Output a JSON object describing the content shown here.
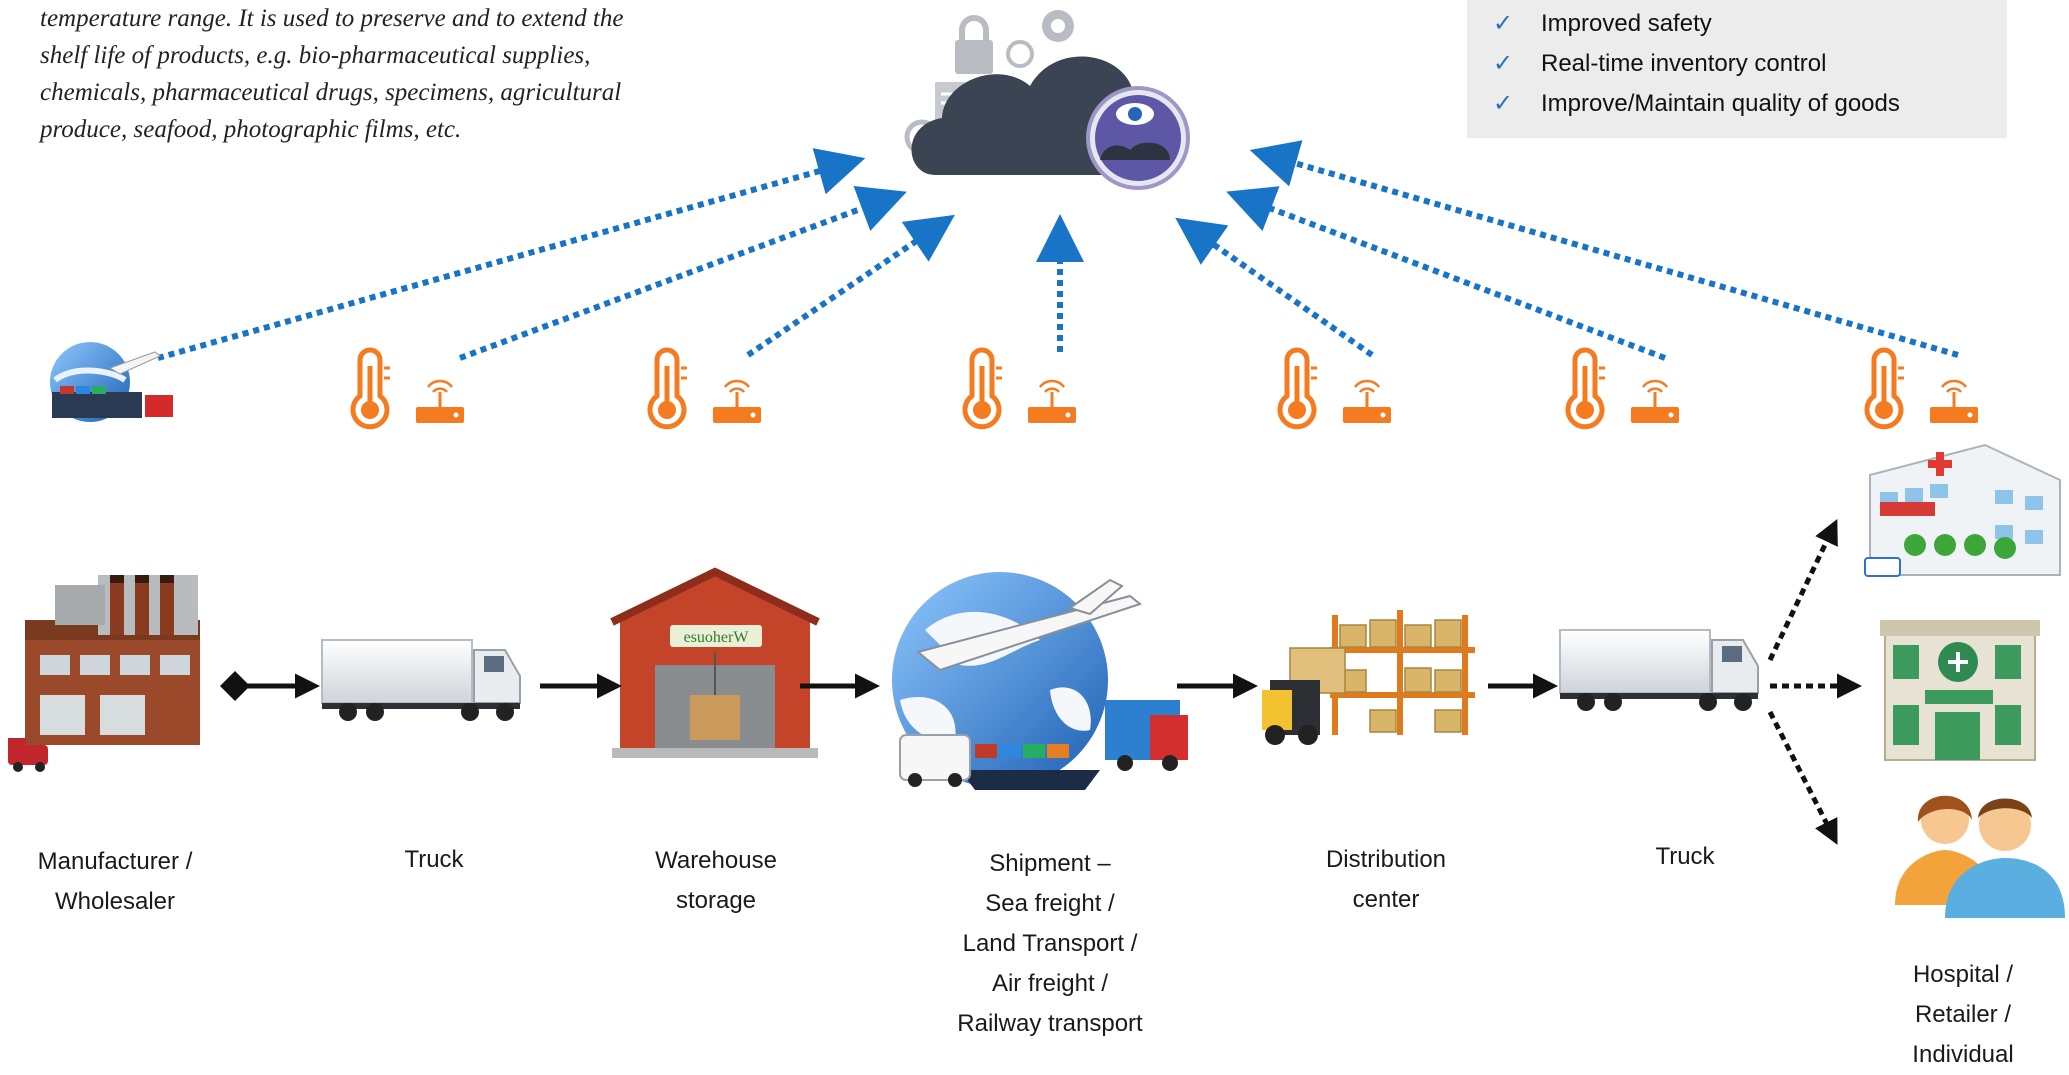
{
  "intro": {
    "lines": [
      "temperature range. It is used to preserve and to extend the",
      "shelf life of products, e.g. bio-pharmaceutical supplies,",
      "chemicals, pharmaceutical drugs, specimens, agricultural",
      "produce, seafood, photographic films, etc."
    ]
  },
  "benefits": {
    "check_icon": "✓",
    "items": [
      "Improved safety",
      "Real-time inventory control",
      "Improve/Maintain quality of goods"
    ]
  },
  "stages": [
    {
      "id": "manufacturer",
      "icon": "factory-icon",
      "label_lines": [
        "Manufacturer /",
        "Wholesaler"
      ]
    },
    {
      "id": "truck-1",
      "icon": "truck-icon",
      "label_lines": [
        "Truck"
      ]
    },
    {
      "id": "warehouse",
      "icon": "warehouse-icon",
      "label_lines": [
        "Warehouse",
        "storage"
      ]
    },
    {
      "id": "shipment",
      "icon": "globe-transport-icon",
      "label_lines": [
        "Shipment –",
        "Sea freight /",
        "Land Transport /",
        "Air freight /",
        "Railway transport"
      ]
    },
    {
      "id": "distribution",
      "icon": "shelving-forklift-icon",
      "label_lines": [
        "Distribution",
        "center"
      ]
    },
    {
      "id": "truck-2",
      "icon": "truck-icon",
      "label_lines": [
        "Truck"
      ]
    },
    {
      "id": "destination",
      "icon": "destination-group-icon",
      "label_lines": [
        "Hospital /",
        "Retailer /",
        "Individual"
      ]
    }
  ],
  "sensors": {
    "icon": "thermometer-wireless-sensor-icon",
    "count": 6
  },
  "cloud": {
    "icon": "cloud-monitoring-icon"
  },
  "destinations": [
    {
      "icon": "hospital-building-icon"
    },
    {
      "icon": "pharmacy-storefront-icon"
    },
    {
      "icon": "people-avatars-icon"
    }
  ],
  "colors": {
    "dotted_arrow": "#1874c6",
    "solid_arrow": "#111111",
    "sensor": "#f47b20",
    "cloud": "#3b4452",
    "benefits_bg": "#ececec",
    "check": "#1f74c4"
  }
}
